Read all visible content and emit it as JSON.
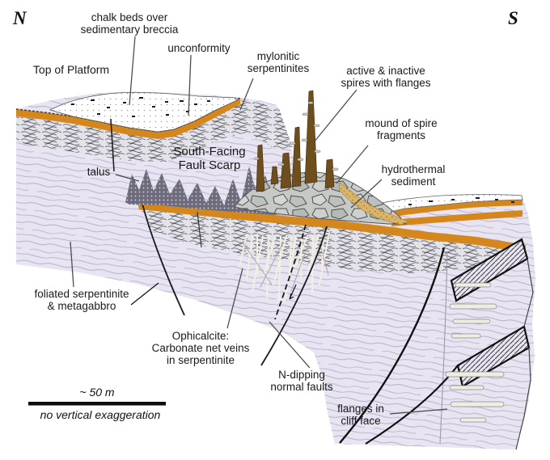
{
  "figure": {
    "compass": {
      "north": "N",
      "south": "S"
    },
    "scale_bar": {
      "length": "~ 50 m",
      "note": "no vertical exaggeration"
    }
  },
  "labels": {
    "chalk_beds": [
      "chalk beds over",
      "sedimentary breccia"
    ],
    "unconformity": [
      "unconformity"
    ],
    "mylonitic_serpentinites": [
      "mylonitic",
      "serpentinites"
    ],
    "top_of_platform": [
      "Top of Platform"
    ],
    "active_spires": [
      "active & inactive",
      "spires with flanges"
    ],
    "mound_of_spire_fragments": [
      "mound of spire",
      "fragments"
    ],
    "south_facing_fault_scarp": [
      "South-Facing",
      "Fault Scarp"
    ],
    "talus": [
      "talus"
    ],
    "hydrothermal_sediment": [
      "hydrothermal",
      "sediment"
    ],
    "foliated_serpentinite": [
      "foliated serpentinite",
      "& metagabbro"
    ],
    "ophicalcite": [
      "Ophicalcite:",
      "Carbonate net veins",
      "in serpentinite"
    ],
    "n_dipping_normal_faults": [
      "N-dipping",
      "normal faults"
    ],
    "flanges_in_cliff_face": [
      "flanges in",
      "cliff face"
    ]
  },
  "colors": {
    "serpentinite_body": "#E8E4F2",
    "foliation_line": "#AFA7C2",
    "carbonate_cap_orange": "#D4871C",
    "chalk_white": "#FFFFFF",
    "mylonite_gray": "#6F6F78",
    "talus_dark": "#6E6B7D",
    "mound_rock_gray": "#C6C9C6",
    "spire_brown": "#6F4E1E",
    "hydrothermal_sediment_tan": "#D9B469",
    "vein_white": "#F4EFE0",
    "fault_black": "#1A1A1A"
  }
}
